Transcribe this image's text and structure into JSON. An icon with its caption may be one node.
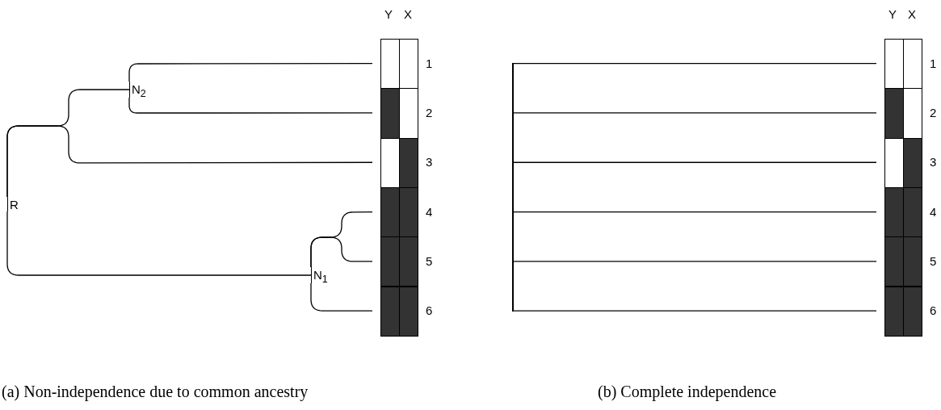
{
  "diagram": {
    "nodes": [
      {
        "text": [
          "R"
        ]
      },
      {
        "text": [
          "N$_{2}$"
        ]
      },
      {
        "text": [
          "N$_{1}$"
        ]
      },
      {
        "text": [
          "1"
        ]
      },
      {
        "text": [
          "2"
        ]
      },
      {
        "text": [
          "3"
        ]
      },
      {
        "text": [
          "4"
        ]
      },
      {
        "text": [
          "5"
        ]
      },
      {
        "text": [
          "6"
        ]
      },
      {
        "text": [],
        "shape": "bar"
      },
      {
        "text": [
          "1"
        ]
      },
      {
        "text": [
          "2"
        ]
      },
      {
        "text": [
          "3"
        ]
      },
      {
        "text": [
          "4"
        ]
      },
      {
        "text": [
          "5"
        ]
      },
      {
        "text": [
          "6"
        ]
      }
    ],
    "edges": [
      {
        "from": 0,
        "to": 1,
        "arrow": "none"
      },
      {
        "from": 0,
        "to": 5,
        "arrow": "none"
      },
      {
        "from": 0,
        "to": 2,
        "arrow": "none"
      },
      {
        "from": 1,
        "to": 3,
        "arrow": "none"
      },
      {
        "from": 1,
        "to": 4,
        "arrow": "none"
      },
      {
        "from": 2,
        "to": 6,
        "arrow": "none"
      },
      {
        "from": 2,
        "to": 7,
        "arrow": "none"
      },
      {
        "from": 2,
        "to": 8,
        "arrow": "none"
      },
      {
        "from": 9,
        "to": 10,
        "arrow": "none"
      },
      {
        "from": 9,
        "to": 11,
        "arrow": "none"
      },
      {
        "from": 9,
        "to": 12,
        "arrow": "none"
      },
      {
        "from": 9,
        "to": 13,
        "arrow": "none"
      },
      {
        "from": 9,
        "to": 14,
        "arrow": "none"
      },
      {
        "from": 9,
        "to": 15,
        "arrow": "none"
      }
    ],
    "labels": [
      "Y",
      "X",
      "Y",
      "X",
      "(a) Non-independence due to common ancestry",
      "(b) Complete independence"
    ]
  }
}
